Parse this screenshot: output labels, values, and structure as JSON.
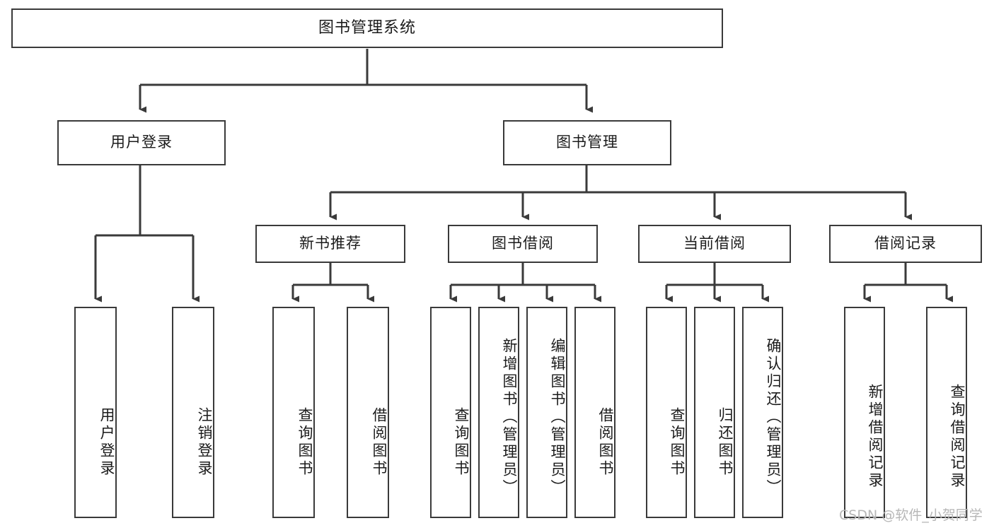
{
  "diagram": {
    "title": "图书管理系统",
    "type": "tree",
    "root": {
      "label": "图书管理系统"
    },
    "level2": [
      {
        "id": "user-login",
        "label": "用户登录"
      },
      {
        "id": "book-manage",
        "label": "图书管理"
      }
    ],
    "level3": [
      {
        "id": "new-book-recommend",
        "label": "新书推荐",
        "parent": "book-manage"
      },
      {
        "id": "book-borrow",
        "label": "图书借阅",
        "parent": "book-manage"
      },
      {
        "id": "current-borrow",
        "label": "当前借阅",
        "parent": "book-manage"
      },
      {
        "id": "borrow-record",
        "label": "借阅记录",
        "parent": "book-manage"
      }
    ],
    "leaves": [
      {
        "id": "leaf-user-login",
        "label": "用户登录",
        "parent": "user-login"
      },
      {
        "id": "leaf-logout",
        "label": "注销登录",
        "parent": "user-login"
      },
      {
        "id": "leaf-query-book-rec",
        "label": "查询图书",
        "parent": "new-book-recommend"
      },
      {
        "id": "leaf-borrow-book-rec",
        "label": "借阅图书",
        "parent": "new-book-recommend"
      },
      {
        "id": "leaf-query-book-borrow",
        "label": "查询图书",
        "parent": "book-borrow"
      },
      {
        "id": "leaf-add-book",
        "label": "新增图书（管理员）",
        "parent": "book-borrow"
      },
      {
        "id": "leaf-edit-book",
        "label": "编辑图书（管理员）",
        "parent": "book-borrow"
      },
      {
        "id": "leaf-borrow-book",
        "label": "借阅图书",
        "parent": "book-borrow"
      },
      {
        "id": "leaf-query-book-cur",
        "label": "查询图书",
        "parent": "current-borrow"
      },
      {
        "id": "leaf-return-book",
        "label": "归还图书",
        "parent": "current-borrow"
      },
      {
        "id": "leaf-confirm-return",
        "label": "确认归还（管理员）",
        "parent": "current-borrow"
      },
      {
        "id": "leaf-add-record",
        "label": "新增借阅记录",
        "parent": "borrow-record"
      },
      {
        "id": "leaf-query-record",
        "label": "查询借阅记录",
        "parent": "borrow-record"
      }
    ],
    "colors": {
      "box_border": "#3a3a3a",
      "box_fill": "#ffffff",
      "edge": "#3a3a3a",
      "text": "#1b1b1b",
      "watermark": "#b7b7b7"
    }
  },
  "watermark": {
    "text": "CSDN @软件_小贺同学"
  }
}
